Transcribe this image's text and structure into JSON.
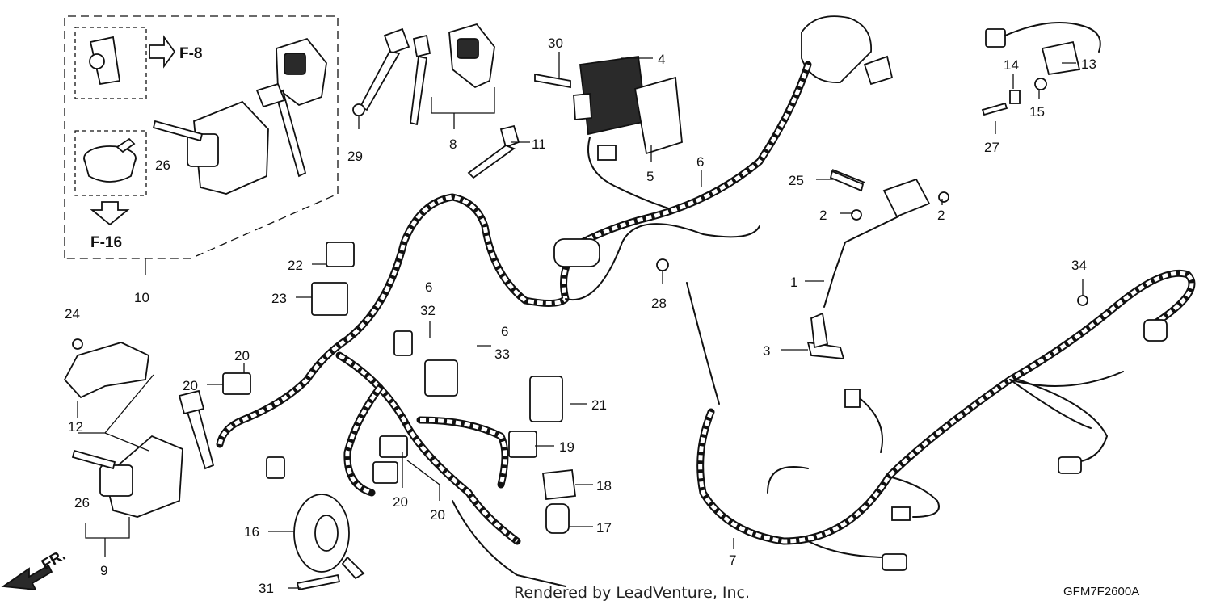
{
  "diagram": {
    "callouts": [
      {
        "id": "c1",
        "text": "1"
      },
      {
        "id": "c2a",
        "text": "2"
      },
      {
        "id": "c2b",
        "text": "2"
      },
      {
        "id": "c3",
        "text": "3"
      },
      {
        "id": "c4",
        "text": "4"
      },
      {
        "id": "c5",
        "text": "5"
      },
      {
        "id": "c6a",
        "text": "6"
      },
      {
        "id": "c6b",
        "text": "6"
      },
      {
        "id": "c6c",
        "text": "6"
      },
      {
        "id": "c7",
        "text": "7"
      },
      {
        "id": "c8",
        "text": "8"
      },
      {
        "id": "c9",
        "text": "9"
      },
      {
        "id": "c10",
        "text": "10"
      },
      {
        "id": "c11",
        "text": "11"
      },
      {
        "id": "c12",
        "text": "12"
      },
      {
        "id": "c13",
        "text": "13"
      },
      {
        "id": "c14",
        "text": "14"
      },
      {
        "id": "c15",
        "text": "15"
      },
      {
        "id": "c16",
        "text": "16"
      },
      {
        "id": "c17",
        "text": "17"
      },
      {
        "id": "c18",
        "text": "18"
      },
      {
        "id": "c19",
        "text": "19"
      },
      {
        "id": "c20a",
        "text": "20"
      },
      {
        "id": "c20b",
        "text": "20"
      },
      {
        "id": "c20c",
        "text": "20"
      },
      {
        "id": "c20d",
        "text": "20"
      },
      {
        "id": "c21",
        "text": "21"
      },
      {
        "id": "c22",
        "text": "22"
      },
      {
        "id": "c23",
        "text": "23"
      },
      {
        "id": "c24",
        "text": "24"
      },
      {
        "id": "c25",
        "text": "25"
      },
      {
        "id": "c26a",
        "text": "26"
      },
      {
        "id": "c26b",
        "text": "26"
      },
      {
        "id": "c27",
        "text": "27"
      },
      {
        "id": "c28",
        "text": "28"
      },
      {
        "id": "c29",
        "text": "29"
      },
      {
        "id": "c30",
        "text": "30"
      },
      {
        "id": "c31",
        "text": "31"
      },
      {
        "id": "c32",
        "text": "32"
      },
      {
        "id": "c33",
        "text": "33"
      },
      {
        "id": "c34",
        "text": "34"
      }
    ],
    "refs": {
      "f8": "F-8",
      "f16": "F-16",
      "front": "FR."
    },
    "credit": "Rendered by LeadVenture, Inc.",
    "diagram_code": "GFM7F2600A"
  }
}
